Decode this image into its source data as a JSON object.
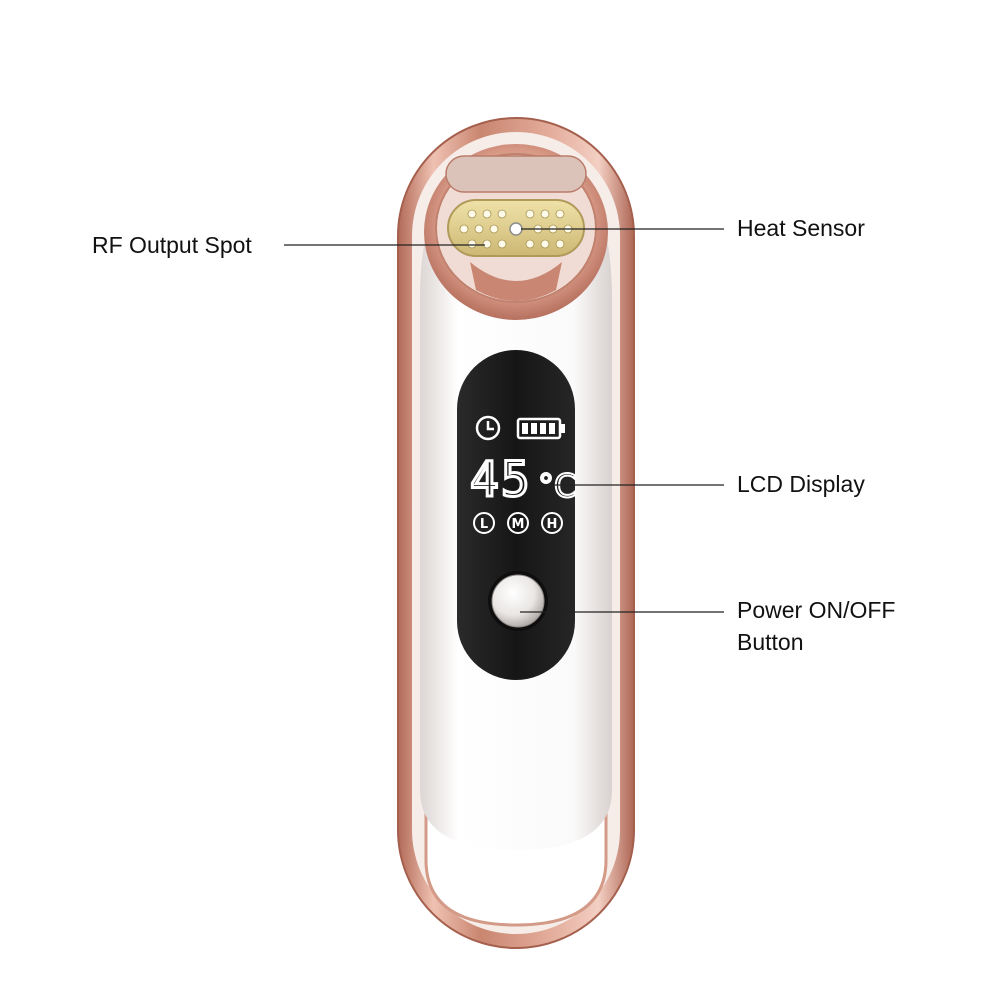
{
  "callouts": {
    "rf_output": {
      "label": "RF Output Spot"
    },
    "heat_sensor": {
      "label": "Heat Sensor"
    },
    "lcd_display": {
      "label": "LCD Display"
    },
    "power_button": {
      "line1": "Power ON/OFF",
      "line2": "Button"
    }
  },
  "display": {
    "temperature": "45",
    "unit": "°C",
    "levels": [
      "L",
      "M",
      "H"
    ],
    "battery_bars": 4,
    "icons": [
      "clock-icon",
      "battery-icon"
    ]
  },
  "colors": {
    "rose_gold": "#d89a86",
    "rose_gold_dark": "#b46e5c",
    "body_white": "#f4f2f1",
    "screen_black": "#1c1c1c",
    "electrode_gold": "#e2d18e"
  }
}
